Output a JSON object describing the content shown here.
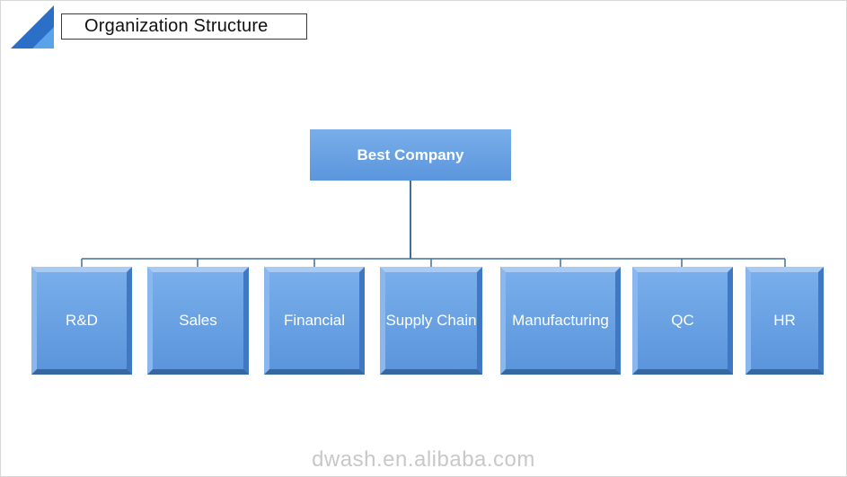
{
  "title": "Organization Structure",
  "root": "Best Company",
  "departments": [
    "R&D",
    "Sales",
    "Financial",
    "Supply Chain",
    "Manufacturing",
    "QC",
    "HR"
  ],
  "watermark": "dwash.en.alibaba.com",
  "colors": {
    "node": "#5b95dc",
    "line": "#3f6f9e",
    "accent": "#1f6fc5"
  }
}
